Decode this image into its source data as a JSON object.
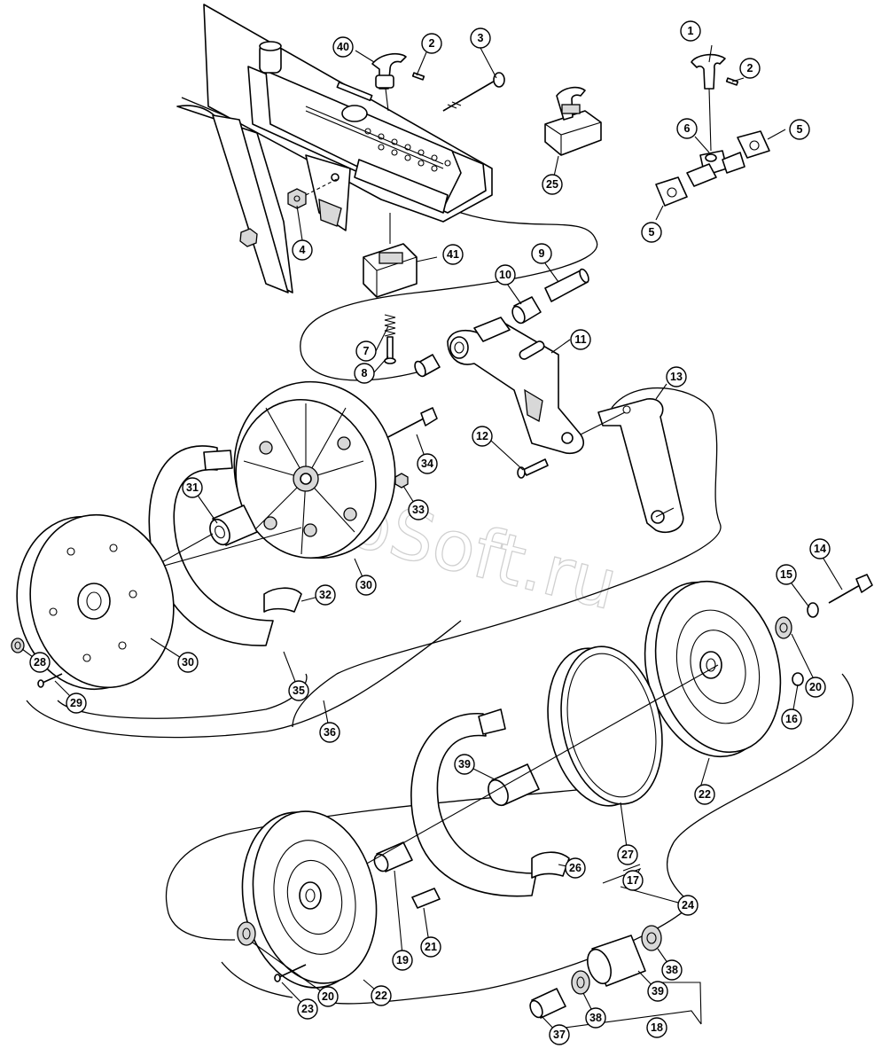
{
  "watermark": "AvtoSoft.ru",
  "callouts": [
    {
      "id": "c1",
      "label": "1"
    },
    {
      "id": "c2a",
      "label": "2"
    },
    {
      "id": "c2b",
      "label": "2"
    },
    {
      "id": "c3",
      "label": "3"
    },
    {
      "id": "c4",
      "label": "4"
    },
    {
      "id": "c5a",
      "label": "5"
    },
    {
      "id": "c5b",
      "label": "5"
    },
    {
      "id": "c6",
      "label": "6"
    },
    {
      "id": "c7",
      "label": "7"
    },
    {
      "id": "c8",
      "label": "8"
    },
    {
      "id": "c9",
      "label": "9"
    },
    {
      "id": "c10",
      "label": "10"
    },
    {
      "id": "c11",
      "label": "11"
    },
    {
      "id": "c12",
      "label": "12"
    },
    {
      "id": "c13",
      "label": "13"
    },
    {
      "id": "c14",
      "label": "14"
    },
    {
      "id": "c15",
      "label": "15"
    },
    {
      "id": "c16",
      "label": "16"
    },
    {
      "id": "c17",
      "label": "17"
    },
    {
      "id": "c18",
      "label": "18"
    },
    {
      "id": "c19",
      "label": "19"
    },
    {
      "id": "c20a",
      "label": "20"
    },
    {
      "id": "c20b",
      "label": "20"
    },
    {
      "id": "c21",
      "label": "21"
    },
    {
      "id": "c22a",
      "label": "22"
    },
    {
      "id": "c22b",
      "label": "22"
    },
    {
      "id": "c23",
      "label": "23"
    },
    {
      "id": "c24",
      "label": "24"
    },
    {
      "id": "c25",
      "label": "25"
    },
    {
      "id": "c26",
      "label": "26"
    },
    {
      "id": "c27",
      "label": "27"
    },
    {
      "id": "c28",
      "label": "28"
    },
    {
      "id": "c29",
      "label": "29"
    },
    {
      "id": "c30a",
      "label": "30"
    },
    {
      "id": "c30b",
      "label": "30"
    },
    {
      "id": "c31",
      "label": "31"
    },
    {
      "id": "c32",
      "label": "32"
    },
    {
      "id": "c33",
      "label": "33"
    },
    {
      "id": "c34",
      "label": "34"
    },
    {
      "id": "c35",
      "label": "35"
    },
    {
      "id": "c36",
      "label": "36"
    },
    {
      "id": "c37",
      "label": "37"
    },
    {
      "id": "c38a",
      "label": "38"
    },
    {
      "id": "c38b",
      "label": "38"
    },
    {
      "id": "c39a",
      "label": "39"
    },
    {
      "id": "c39b",
      "label": "39"
    },
    {
      "id": "c40",
      "label": "40"
    },
    {
      "id": "c41",
      "label": "41"
    }
  ]
}
